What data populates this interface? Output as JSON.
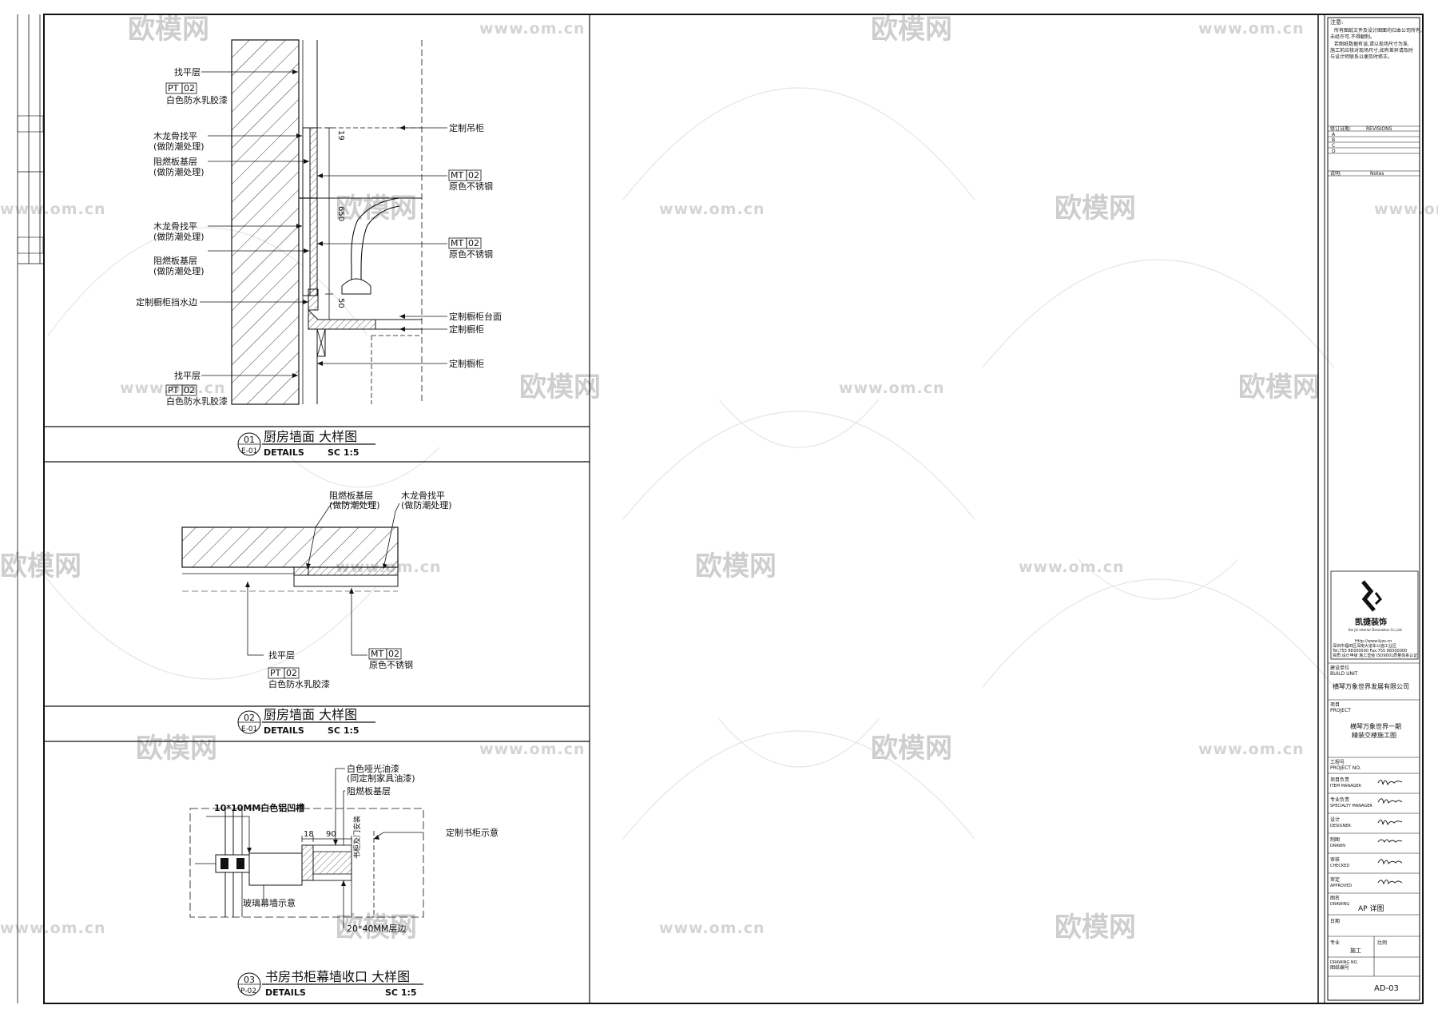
{
  "watermark": {
    "brand": "欧模网",
    "url": "www.om.cn"
  },
  "detail_01": {
    "number": "01",
    "ref": "E-01",
    "title": "厨房墙面  大样图",
    "details_label": "DETAILS",
    "scale": "SC 1:5",
    "dim_top": "19",
    "dim_mid": "650",
    "dim_bottom": "50",
    "labels_left": {
      "level_top": "找平层",
      "pt_tag": "PT",
      "pt_num": "02",
      "paint_top": "白色防水乳胶漆",
      "keel_1a": "木龙骨找平",
      "keel_1b": "(做防潮处理)",
      "board_1a": "阻燃板基层",
      "board_1b": "(做防潮处理)",
      "keel_2a": "木龙骨找平",
      "keel_2b": "(做防潮处理)",
      "board_2a": "阻燃板基层",
      "board_2b": "(做防潮处理)",
      "splash": "定制橱柜挡水边",
      "level_bottom": "找平层",
      "paint_bottom": "白色防水乳胶漆"
    },
    "labels_right": {
      "hanging_cabinet": "定制吊柜",
      "mt_tag": "MT",
      "mt_num": "02",
      "steel_1": "原色不锈钢",
      "steel_2": "原色不锈钢",
      "countertop": "定制橱柜台面",
      "cabinet_1": "定制橱柜",
      "cabinet_2": "定制橱柜"
    }
  },
  "detail_02": {
    "number": "02",
    "ref": "E-01",
    "title": "厨房墙面  大样图",
    "details_label": "DETAILS",
    "scale": "SC 1:5",
    "board_a": "阻燃板基层",
    "board_b": "(做防潮处理)",
    "keel_a": "木龙骨找平",
    "keel_b": "(做防潮处理)",
    "level": "找平层",
    "pt_tag": "PT",
    "pt_num": "02",
    "paint": "白色防水乳胶漆",
    "mt_tag": "MT",
    "mt_num": "02",
    "steel": "原色不锈钢"
  },
  "detail_03": {
    "number": "03",
    "ref": "P-02",
    "title": "书房书柜幕墙收口  大样图",
    "details_label": "DETAILS",
    "scale": "SC 1:5",
    "aluminium": "10*10MM白色铝凹槽",
    "paint_a": "白色哑光油漆",
    "paint_b": "(同定制家具油漆)",
    "board": "阻燃板基层",
    "bookcase": "定制书柜示意",
    "glass": "玻璃幕墙示意",
    "gap": "20*40MM层边",
    "vertical_note": "书柜及门安装",
    "dim_18": "18",
    "dim_90": "90"
  },
  "title_block": {
    "notes_title": "注意:",
    "notes": [
      "所有图纸文件及设计图面均归本公司所有,",
      "未经许可,不得翻制。",
      "若图纸数据有误,请以现场尺寸为准,",
      "施工前应核对现场尺寸,如有差异请及时",
      "与设计师联系以便及时修正。"
    ],
    "revisions_label": "修订日期:",
    "revisions_en": "REVISIONS",
    "rev_rows": [
      "A",
      "B",
      "C",
      "D"
    ],
    "remark_label": "说明:",
    "remark_en": "Notes",
    "company_name": "凯捷装饰",
    "company_en": "Kai Jie Interior Decoration Co.,Ltd",
    "company_url": "Http://www.kjzs.cn",
    "company_addr": "深圳市福田区深南大道车公庙工业区",
    "company_tel": "Tel:755 88300000   Fax:755 88300000",
    "company_cert": "资质:设计甲级 施工壹级  ISO9001质量体系认证",
    "build_unit_cn": "建设单位",
    "build_unit_en": "BUILD UNIT",
    "build_unit_value": "横琴万象世界发展有限公司",
    "project_cn": "项目",
    "project_en": "PROJECT",
    "project_value_1": "横琴万象世界一期",
    "project_value_2": "精装交楼施工图",
    "project_no_cn": "工程号",
    "project_no_en": "PROJECT NO.",
    "roles": [
      {
        "cn": "项目负责",
        "en": "ITEM MANAGER"
      },
      {
        "cn": "专业负责",
        "en": "SPECIALTY MANAGER"
      },
      {
        "cn": "设计",
        "en": "DESIGNER"
      },
      {
        "cn": "制图",
        "en": "DRAWN"
      },
      {
        "cn": "审核",
        "en": "CHECKED"
      },
      {
        "cn": "审定",
        "en": "APPROVED"
      }
    ],
    "drawing_cn": "图名",
    "drawing_en": "DRAWING",
    "drawing_value": "AP 详图",
    "date_cn": "日期",
    "stage_cn": "专业",
    "stage_value": "施工",
    "scale_cn": "比例",
    "drawing_no_en": "DRAWING NO.",
    "drawing_no_cn": "图纸编号",
    "drawing_no_value": "AD-03"
  }
}
